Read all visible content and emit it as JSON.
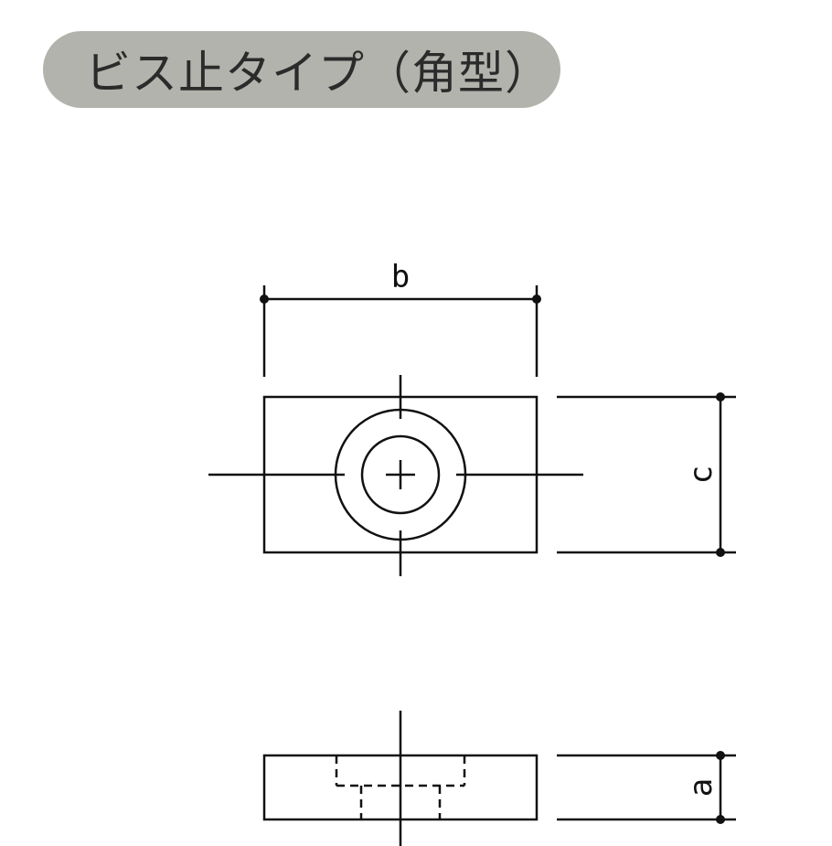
{
  "title": "ビス止タイプ（角型）",
  "colors": {
    "title_bg": "#b3b3ad",
    "title_text": "#2b2b2b",
    "line": "#111111"
  },
  "dimensions": {
    "width_label": "b",
    "depth_label": "c",
    "thickness_label": "a"
  }
}
